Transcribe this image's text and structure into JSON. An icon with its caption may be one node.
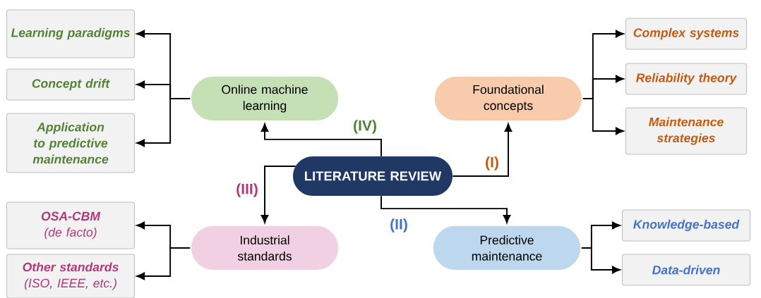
{
  "diagram": {
    "nodes": [
      {
        "text": [
          "LITERATURE REVIEW"
        ]
      },
      {
        "text": [
          "Online machine learning"
        ]
      },
      {
        "text": [
          "Foundational concepts"
        ]
      },
      {
        "text": [
          "Industrial standards"
        ]
      },
      {
        "text": [
          "Predictive maintenance"
        ]
      },
      {
        "text": [
          "Learning paradigms"
        ]
      },
      {
        "text": [
          "Concept drift"
        ]
      },
      {
        "text": [
          "Application to predictive maintenance"
        ]
      },
      {
        "text": [
          "Complex systems"
        ]
      },
      {
        "text": [
          "Reliability theory"
        ]
      },
      {
        "text": [
          "Maintenance strategies"
        ]
      },
      {
        "text": [
          "OSA-CBM",
          "(de facto)"
        ]
      },
      {
        "text": [
          "Other standards",
          "(ISO, IEEE, etc.)"
        ]
      },
      {
        "text": [
          "Knowledge-based"
        ]
      },
      {
        "text": [
          "Data-driven"
        ]
      }
    ],
    "edges": [
      {
        "from": 0,
        "to": 1,
        "arrow": "to",
        "label": "(IV)"
      },
      {
        "from": 0,
        "to": 2,
        "arrow": "to",
        "label": "(I)"
      },
      {
        "from": 0,
        "to": 4,
        "arrow": "to",
        "label": "(II)"
      },
      {
        "from": 0,
        "to": 3,
        "arrow": "to",
        "label": "(III)"
      },
      {
        "from": 1,
        "to": 5,
        "arrow": "to"
      },
      {
        "from": 1,
        "to": 6,
        "arrow": "to"
      },
      {
        "from": 1,
        "to": 7,
        "arrow": "to"
      },
      {
        "from": 2,
        "to": 8,
        "arrow": "to"
      },
      {
        "from": 2,
        "to": 9,
        "arrow": "to"
      },
      {
        "from": 2,
        "to": 10,
        "arrow": "to"
      },
      {
        "from": 3,
        "to": 11,
        "arrow": "to"
      },
      {
        "from": 3,
        "to": 12,
        "arrow": "to"
      },
      {
        "from": 4,
        "to": 13,
        "arrow": "to"
      },
      {
        "from": 4,
        "to": 14,
        "arrow": "to"
      }
    ]
  }
}
